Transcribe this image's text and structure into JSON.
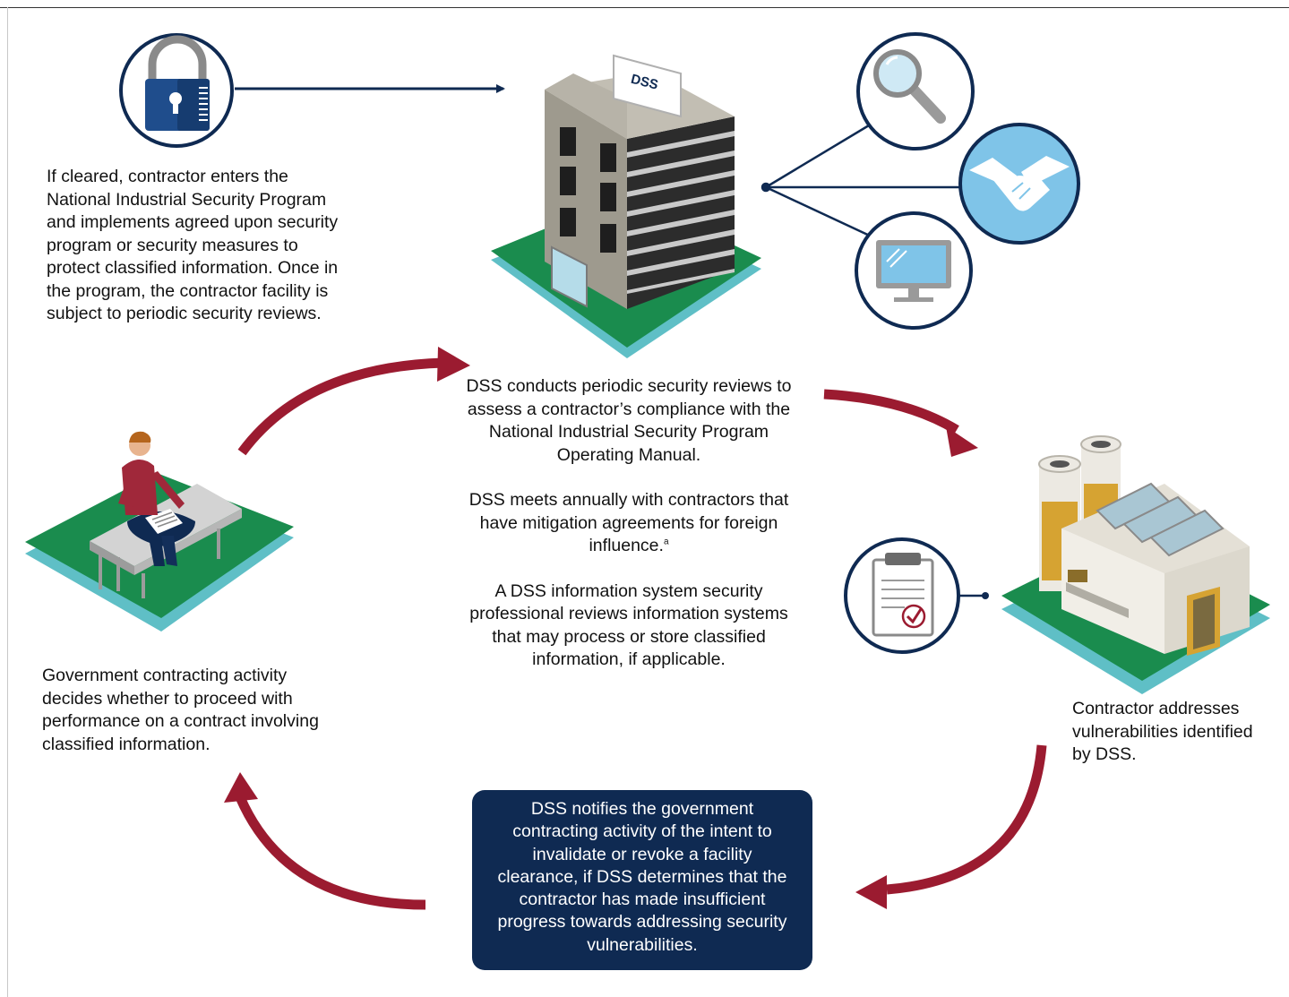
{
  "cleared_text": "If cleared, contractor enters the National Industrial Security Program and implements agreed upon security program or security measures to protect classified information. Once in the program, the contractor facility is subject to periodic security reviews.",
  "dss_building_sign": "DSS",
  "dss_reviews": {
    "p1": "DSS conducts periodic security reviews to assess a contractor’s compliance with the National Industrial Security Program Operating Manual.",
    "p2": "DSS meets annually with contractors that have mitigation agreements for foreign influence.",
    "p2_footnote": "a",
    "p3": "A DSS information system security professional reviews information systems that may process or store classified information, if applicable."
  },
  "government_text": "Government contracting activity decides whether to proceed with performance on a contract involving classified information.",
  "contractor_text": "Contractor addresses vulnerabilities identified by DSS.",
  "notice_text": "DSS notifies the government contracting activity of the intent to invalidate or revoke a facility clearance, if DSS determines that the contractor has made insufficient progress towards addressing security vulnerabilities.",
  "icons": [
    "lock-icon",
    "magnifier-icon",
    "handshake-icon",
    "monitor-icon",
    "clipboard-check-icon"
  ],
  "colors": {
    "navy": "#0f2a52",
    "arrow_red": "#9b1b30",
    "green": "#1a8c4e",
    "teal": "#5fbfc6",
    "light_blue": "#7fc4e8"
  }
}
